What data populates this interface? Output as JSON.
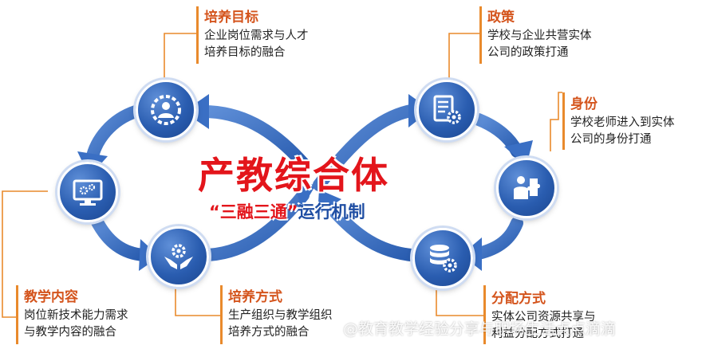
{
  "center": {
    "title": "产教综合体",
    "subtitle_quoted": "“三融三通”",
    "subtitle_rest": "运行机制"
  },
  "nodes": [
    {
      "id": "talent_goal",
      "icon": "people-gear-icon",
      "title": "培养目标",
      "lines": [
        "企业岗位需求与人才",
        "培养目标的融合"
      ]
    },
    {
      "id": "teaching",
      "icon": "monitor-gears-icon",
      "title": "教学内容",
      "lines": [
        "岗位新技术能力需求",
        "与教学内容的融合"
      ]
    },
    {
      "id": "training_mode",
      "icon": "hands-gear-icon",
      "title": "培养方式",
      "lines": [
        "生产组织与教学组织",
        "培养方式的融合"
      ]
    },
    {
      "id": "policy",
      "icon": "document-gear-icon",
      "title": "政策",
      "lines": [
        "学校与企业共营实体",
        "公司的政策打通"
      ]
    },
    {
      "id": "identity",
      "icon": "person-puzzle-icon",
      "title": "身份",
      "lines": [
        "学校老师进入到实体",
        "公司的身份打通"
      ]
    },
    {
      "id": "distribution",
      "icon": "database-gear-icon",
      "title": "分配方式",
      "lines": [
        "实体公司资源共享与",
        "利益分配方式打通"
      ]
    }
  ],
  "watermark": "@教育教学经验分享与职场生活点点滴滴",
  "colors": {
    "accent": "#d4541c",
    "node": "#2a5db0",
    "arrow": "#3a6fc4",
    "title_red": "#e3151b",
    "subtitle_blue": "#1f4ea3"
  }
}
